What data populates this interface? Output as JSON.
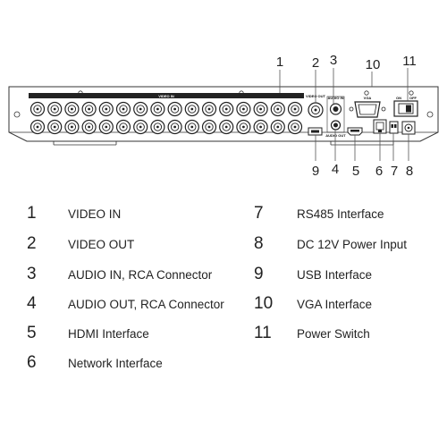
{
  "panel_labels": {
    "video_in": "VIDEO IN",
    "video_out": "VIDEO OUT",
    "audio_in": "AUDIO IN",
    "audio_out": "AUDIO OUT",
    "vga": "VGA",
    "on": "ON",
    "off": "OFF"
  },
  "callouts": [
    "1",
    "2",
    "3",
    "10",
    "11",
    "9",
    "4",
    "5",
    "6",
    "7",
    "8"
  ],
  "legend": [
    {
      "num": "1",
      "label": "VIDEO IN"
    },
    {
      "num": "2",
      "label": "VIDEO OUT"
    },
    {
      "num": "3",
      "label": "AUDIO IN, RCA Connector"
    },
    {
      "num": "4",
      "label": "AUDIO OUT, RCA Connector"
    },
    {
      "num": "5",
      "label": "HDMI  Interface"
    },
    {
      "num": "6",
      "label": "Network Interface"
    },
    {
      "num": "7",
      "label": "RS485 Interface"
    },
    {
      "num": "8",
      "label": "DC 12V Power Input"
    },
    {
      "num": "9",
      "label": "USB Interface"
    },
    {
      "num": "10",
      "label": "VGA Interface"
    },
    {
      "num": "11",
      "label": "Power Switch"
    }
  ]
}
